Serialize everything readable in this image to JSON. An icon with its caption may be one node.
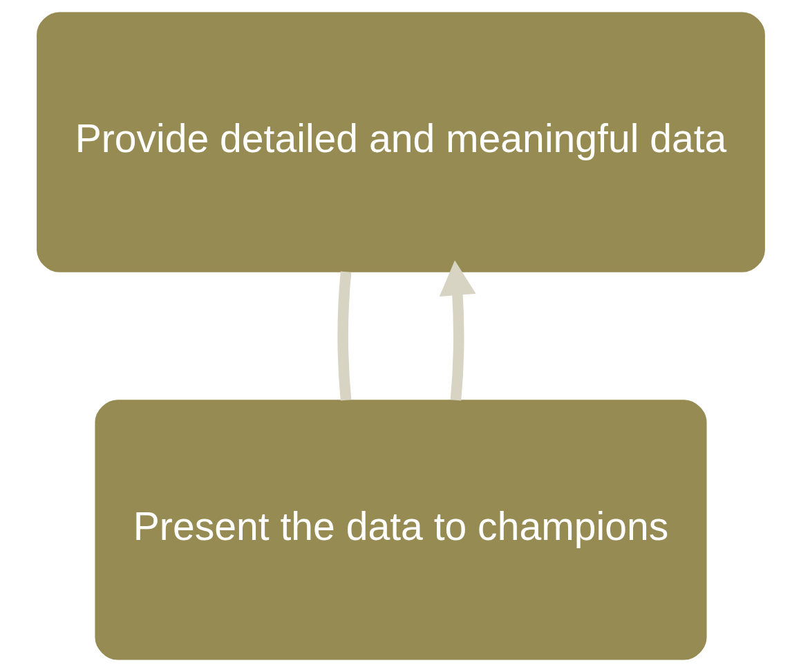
{
  "diagram": {
    "nodes": [
      {
        "text": [
          "Provide detailed and meaningful data"
        ]
      },
      {
        "text": [
          "Present the data to champions"
        ]
      }
    ],
    "edges": [
      {
        "from": 0,
        "to": 1,
        "arrow": "none"
      },
      {
        "from": 1,
        "to": 0,
        "arrow": "to"
      }
    ]
  }
}
